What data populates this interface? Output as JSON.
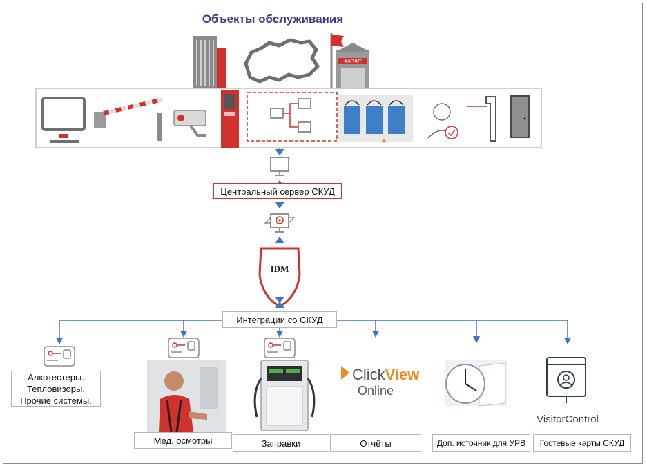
{
  "diagram": {
    "title": "Объекты обслуживания",
    "central_server": "Центральный сервер СКУД",
    "idm_label": "IDM",
    "integrations": "Интеграции со СКУД",
    "branches": [
      {
        "id": "alco",
        "label_lines": [
          "Алкотестеры.",
          "Тепловизоры.",
          "Прочие системы."
        ]
      },
      {
        "id": "med",
        "label": "Мед. осмотры"
      },
      {
        "id": "fuel",
        "label": "Заправки"
      },
      {
        "id": "reports",
        "label": "Отчёты"
      },
      {
        "id": "urv",
        "label": "Доп. источник для УРВ"
      },
      {
        "id": "guest",
        "label": "Гостевые карты СКУД"
      }
    ],
    "store_sign": "МАГНИТ",
    "clickview": {
      "click": "Click",
      "view": "View",
      "online": "Online"
    },
    "visitor_control": "VisitorControl"
  },
  "colors": {
    "arrow": "#4472c4",
    "accent_red": "#d0312d",
    "title": "#3a3a8c",
    "gray_icon": "#6f6f6f",
    "clickview_orange": "#f08a1c"
  }
}
